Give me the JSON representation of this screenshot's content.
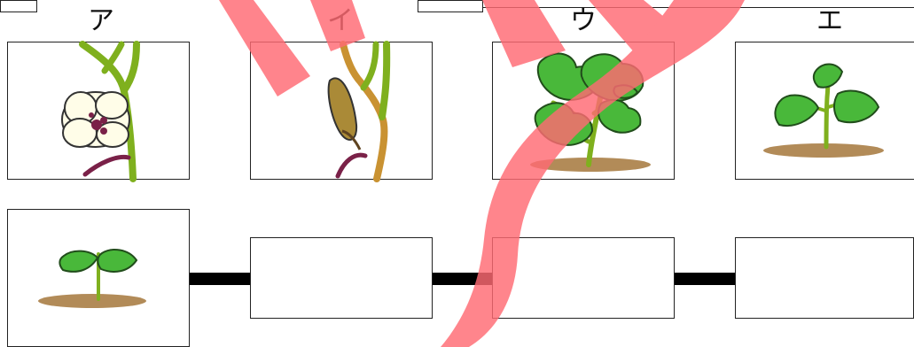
{
  "labels": {
    "a": "ア",
    "i": "イ",
    "u": "ウ",
    "e": "エ"
  },
  "cards": [
    {
      "key": "a",
      "icon": "flower-icon"
    },
    {
      "key": "i",
      "icon": "seed-pod-icon"
    },
    {
      "key": "u",
      "icon": "leafy-plant-icon"
    },
    {
      "key": "e",
      "icon": "young-plant-icon"
    }
  ],
  "sequence": {
    "first_icon": "seedling-icon",
    "answer_slots": [
      "",
      "",
      ""
    ]
  },
  "colors": {
    "overlay": "#ff6a73",
    "leaf": "#49b83a",
    "stem": "#7fb01e",
    "soil": "#b28b58",
    "petal": "#fffde8",
    "pod": "#aa8a37",
    "purple_stem": "#7a2148"
  }
}
